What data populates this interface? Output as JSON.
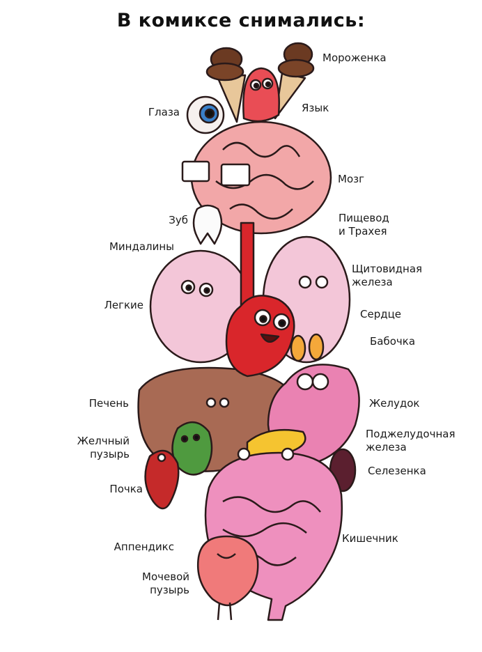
{
  "title": "В комиксе снимались:",
  "labels": {
    "ice_cream": "Мороженка",
    "eyes": "Глаза",
    "tongue": "Язык",
    "brain": "Мозг",
    "tooth": "Зуб",
    "esophagus": [
      "Пищевод",
      "и Трахея"
    ],
    "tonsils": "Миндалины",
    "thyroid": [
      "Щитовидная",
      "железа"
    ],
    "lungs": "Легкие",
    "heart": "Сердце",
    "butterfly": "Бабочка",
    "liver": "Печень",
    "stomach": "Желудок",
    "gallbladder": [
      "Желчный",
      "пузырь"
    ],
    "pancreas": [
      "Поджелудочная",
      "железа"
    ],
    "spleen": "Селезенка",
    "kidney": "Почка",
    "appendix": "Аппендикс",
    "intestine": "Кишечник",
    "bladder": [
      "Мочевой",
      "пузырь"
    ]
  },
  "colors": {
    "brain": "#f2a7a8",
    "lungs": "#f3c6d8",
    "heart": "#d9262b",
    "liver": "#a86a54",
    "stomach": "#ea82b2",
    "intestine": "#ee90be",
    "gallbladder": "#4f9a3f",
    "pancreas": "#f5c430",
    "kidney": "#c52a2a",
    "bladder": "#f07a7a",
    "butterfly": "#f4a83a",
    "ice_cream": "#6b3a22",
    "cone": "#e8c79a",
    "tongue": "#e94d55"
  }
}
